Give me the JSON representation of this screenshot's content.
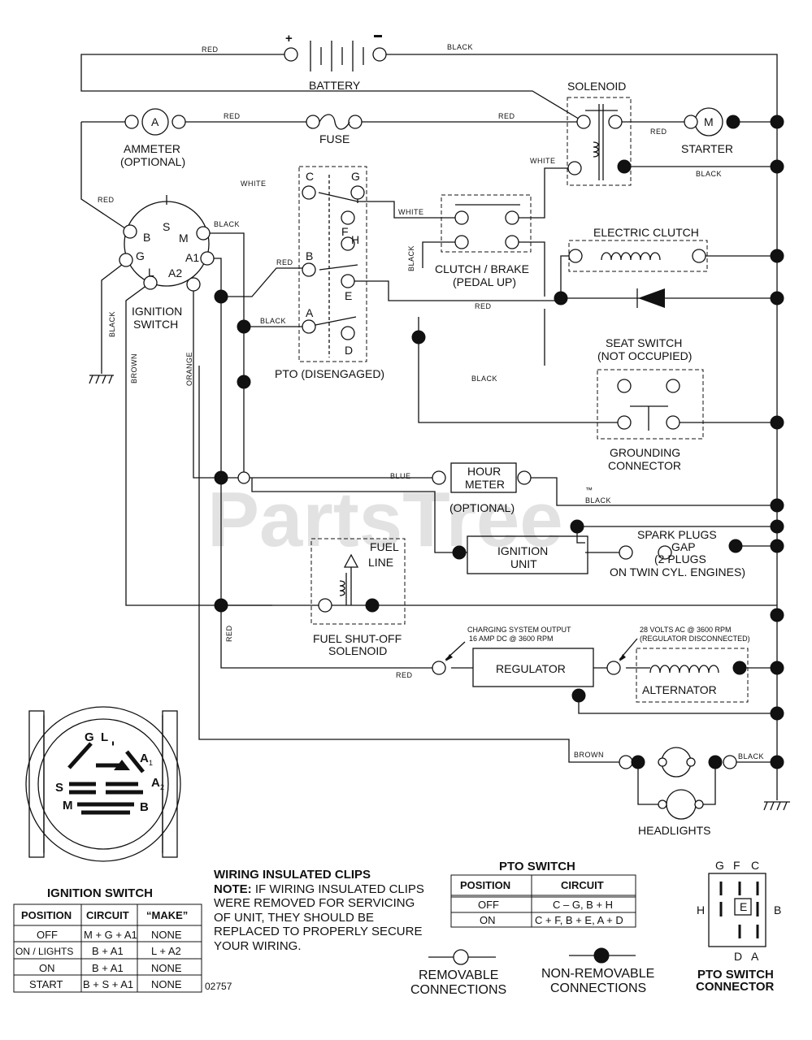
{
  "watermark": "PartsTree",
  "watermark_tm": "™",
  "components": {
    "battery": "BATTERY",
    "solenoid": "SOLENOID",
    "ammeter": "AMMETER",
    "ammeter_opt": "(OPTIONAL)",
    "ammeter_symbol": "A",
    "fuse": "FUSE",
    "starter": "STARTER",
    "starter_symbol": "M",
    "ignition_switch": "IGNITION",
    "ignition_switch2": "SWITCH",
    "pto": "PTO (DISENGAGED)",
    "clutch_brake": "CLUTCH / BRAKE",
    "clutch_brake2": "(PEDAL UP)",
    "electric_clutch": "ELECTRIC CLUTCH",
    "seat_switch": "SEAT SWITCH",
    "seat_switch2": "(NOT OCCUPIED)",
    "grounding": "GROUNDING",
    "grounding2": "CONNECTOR",
    "hour_meter": "HOUR",
    "hour_meter2": "METER",
    "hour_meter_opt": "(OPTIONAL)",
    "ignition_unit": "IGNITION",
    "ignition_unit2": "UNIT",
    "spark_plugs": "SPARK PLUGS",
    "spark_plugs2": "GAP",
    "spark_plugs3": "(2 PLUGS",
    "spark_plugs4": "ON TWIN CYL. ENGINES)",
    "fuel_line": "FUEL",
    "fuel_line2": "LINE",
    "fuel_solenoid": "FUEL SHUT-OFF",
    "fuel_solenoid2": "SOLENOID",
    "charging_output": "CHARGING SYSTEM OUTPUT",
    "charging_output2": "16 AMP DC @ 3600 RPM",
    "volts_ac": "28 VOLTS AC @ 3600 RPM",
    "volts_ac2": "(REGULATOR DISCONNECTED)",
    "regulator": "REGULATOR",
    "alternator": "ALTERNATOR",
    "headlights": "HEADLIGHTS"
  },
  "terminals": {
    "B": "B",
    "S": "S",
    "M": "M",
    "G": "G",
    "L": "L",
    "A1": "A1",
    "A2": "A2",
    "C": "C",
    "F": "F",
    "H": "H",
    "E": "E",
    "A": "A",
    "D": "D"
  },
  "wires": {
    "red": "RED",
    "black": "BLACK",
    "white": "WHITE",
    "brown": "BROWN",
    "orange": "ORANGE",
    "blue": "BLUE"
  },
  "ignition_table": {
    "title": "IGNITION SWITCH",
    "headers": [
      "POSITION",
      "CIRCUIT",
      "“MAKE”"
    ],
    "rows": [
      [
        "OFF",
        "M + G + A1",
        "NONE"
      ],
      [
        "ON / LIGHTS",
        "B + A1",
        "L + A2"
      ],
      [
        "ON",
        "B + A1",
        "NONE"
      ],
      [
        "START",
        "B + S + A1",
        "NONE"
      ]
    ],
    "part_number": "02757"
  },
  "notes": {
    "title": "WIRING INSULATED CLIPS",
    "note_label": "NOTE:",
    "note_text": " IF WIRING INSULATED CLIPS WERE REMOVED FOR SERVICING OF UNIT, THEY SHOULD BE REPLACED TO PROPERLY SECURE YOUR WIRING."
  },
  "pto_table": {
    "title": "PTO SWITCH",
    "headers": [
      "POSITION",
      "CIRCUIT"
    ],
    "rows": [
      [
        "OFF",
        "C – G, B + H"
      ],
      [
        "ON",
        "C + F, B + E, A + D"
      ]
    ]
  },
  "legend": {
    "removable": "REMOVABLE",
    "removable2": "CONNECTIONS",
    "nonremovable": "NON-REMOVABLE",
    "nonremovable2": "CONNECTIONS"
  },
  "pto_connector": {
    "title": "PTO SWITCH",
    "title2": "CONNECTOR",
    "top": [
      "G",
      "F",
      "C"
    ],
    "left": "H",
    "right": "B",
    "center": "E",
    "bottom": [
      "D",
      "A"
    ]
  },
  "key_face": {
    "G": "G",
    "L": "L",
    "A1": "A",
    "A1_sub": "1",
    "A2": "A",
    "A2_sub": "2",
    "S": "S",
    "M": "M",
    "B": "B"
  }
}
